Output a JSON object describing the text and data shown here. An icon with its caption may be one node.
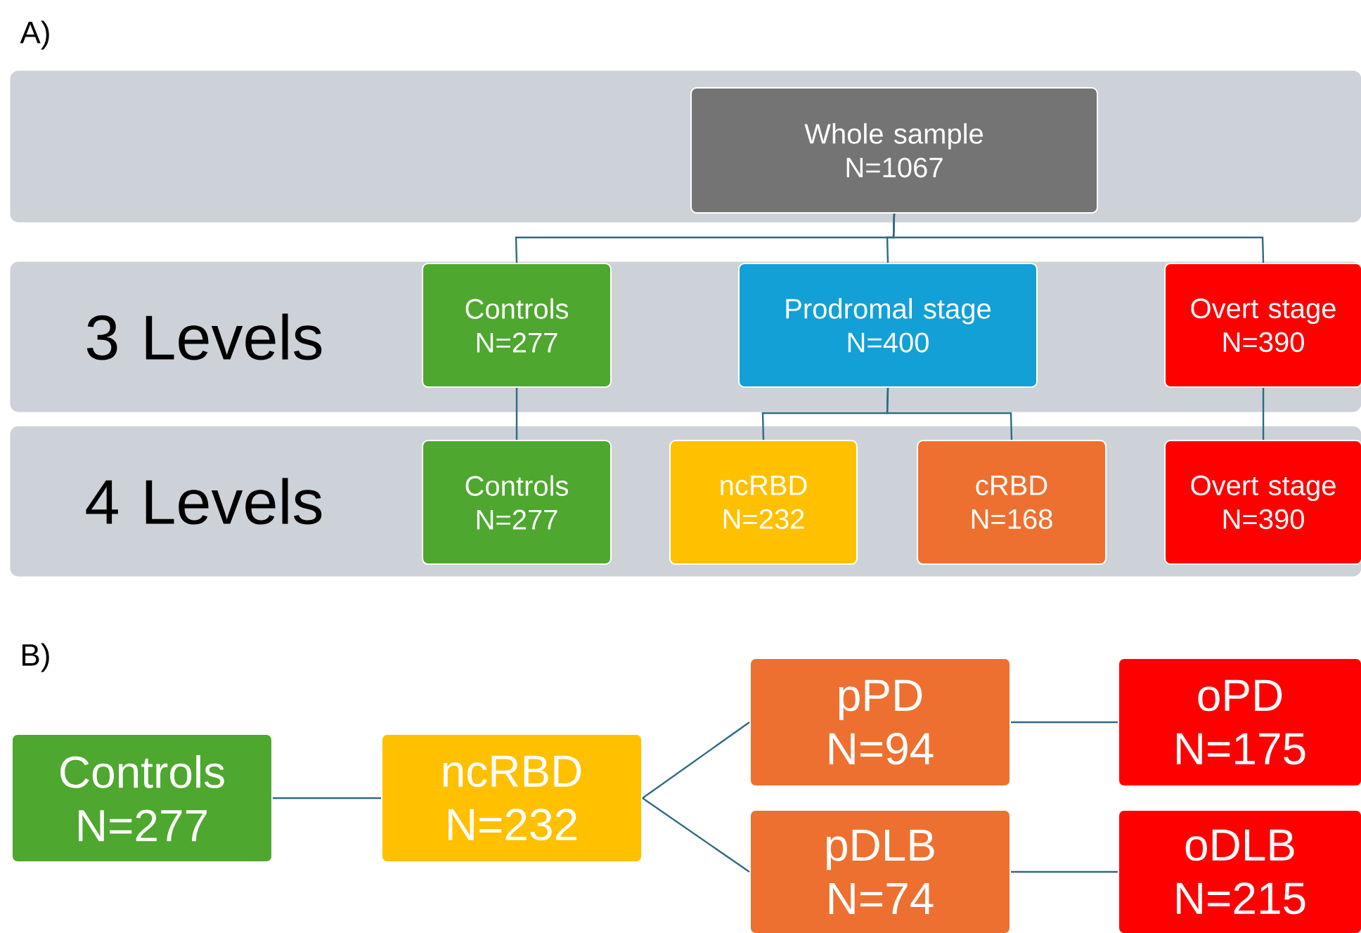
{
  "diagram": {
    "nodes": [
      {
        "text": [],
        "shape": "band"
      },
      {
        "text": [
          "Whole sample",
          "N=1067"
        ],
        "in": 0
      },
      {
        "text": [
          "3 Levels"
        ]
      },
      {
        "text": [
          "Controls",
          "N=277"
        ],
        "in": 2
      },
      {
        "text": [
          "Prodromal stage",
          "N=400"
        ],
        "in": 2
      },
      {
        "text": [
          "Overt stage",
          "N=390"
        ],
        "in": 2
      },
      {
        "text": [
          "4 Levels"
        ]
      },
      {
        "text": [
          "Controls",
          "N=277"
        ],
        "in": 6
      },
      {
        "text": [
          "ncRBD",
          "N=232"
        ],
        "in": 6
      },
      {
        "text": [
          "cRBD",
          "N=168"
        ],
        "in": 6
      },
      {
        "text": [
          "Overt stage",
          "N=390"
        ],
        "in": 6
      },
      {
        "text": [
          "Controls",
          "N=277"
        ]
      },
      {
        "text": [
          "ncRBD",
          "N=232"
        ]
      },
      {
        "text": [
          "pPD",
          "N=94"
        ]
      },
      {
        "text": [
          "pDLB",
          "N=74"
        ]
      },
      {
        "text": [
          "oPD",
          "N=175"
        ]
      },
      {
        "text": [
          "oDLB",
          "N=215"
        ]
      }
    ],
    "edges": [
      {
        "from": 1,
        "to": 3,
        "arrow": "none"
      },
      {
        "from": 1,
        "to": 4,
        "arrow": "none"
      },
      {
        "from": 1,
        "to": 5,
        "arrow": "none"
      },
      {
        "from": 3,
        "to": 7,
        "arrow": "none"
      },
      {
        "from": 4,
        "to": 8,
        "arrow": "none"
      },
      {
        "from": 4,
        "to": 9,
        "arrow": "none"
      },
      {
        "from": 5,
        "to": 10,
        "arrow": "none"
      },
      {
        "from": 11,
        "to": 12,
        "arrow": "none"
      },
      {
        "from": 12,
        "to": 13,
        "arrow": "none"
      },
      {
        "from": 12,
        "to": 14,
        "arrow": "none"
      },
      {
        "from": 13,
        "to": 15,
        "arrow": "none"
      },
      {
        "from": 14,
        "to": 16,
        "arrow": "none"
      }
    ],
    "labels": [
      "A)",
      "B)"
    ]
  }
}
